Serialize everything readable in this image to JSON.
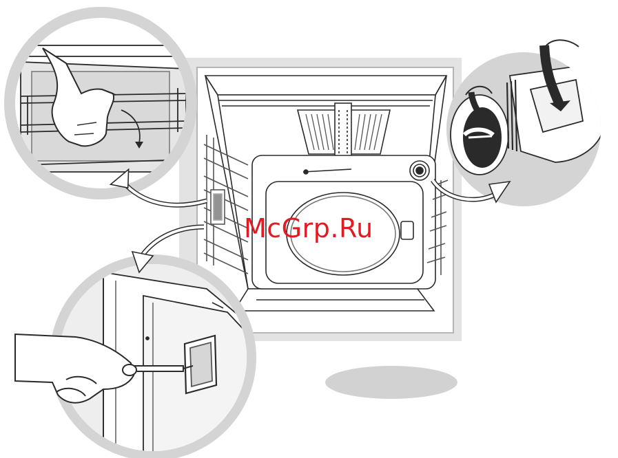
{
  "watermark": {
    "text": "McGrp.Ru",
    "color": "#e21b23"
  },
  "colors": {
    "line": "#2a2a2a",
    "frame": "#c8c8c8",
    "shadow": "#cfcfcf",
    "fill": "#ffffff"
  },
  "callouts": [
    {
      "id": "top-left",
      "subject": "shelf-removal-hand",
      "icon": "hand-icon"
    },
    {
      "id": "bottom-left",
      "subject": "lamp-cover-screwdriver",
      "icon": "screwdriver-icon"
    },
    {
      "id": "top-right",
      "subject": "lamp-cap-unscrew",
      "icon": "rotate-arrow-icon"
    }
  ]
}
